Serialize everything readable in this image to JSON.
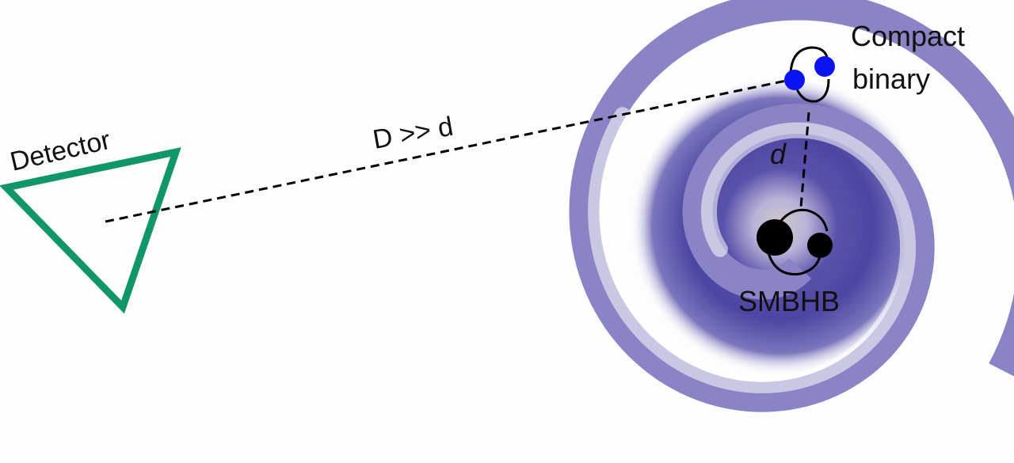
{
  "labels": {
    "detector": "Detector",
    "distance_far": "D >> d",
    "distance_near": "d",
    "compact_binary_line1": "Compact",
    "compact_binary_line2": "binary",
    "smbhb": "SMBHB"
  },
  "colors": {
    "detector_stroke": "#11966a",
    "spiral_arm": "#8a84c6",
    "glow_center": "#c8c2cc",
    "glow_mid": "#5a50a8",
    "compact_body": "#0a14f0",
    "black_hole": "#000000",
    "dashed_line": "#000000"
  }
}
